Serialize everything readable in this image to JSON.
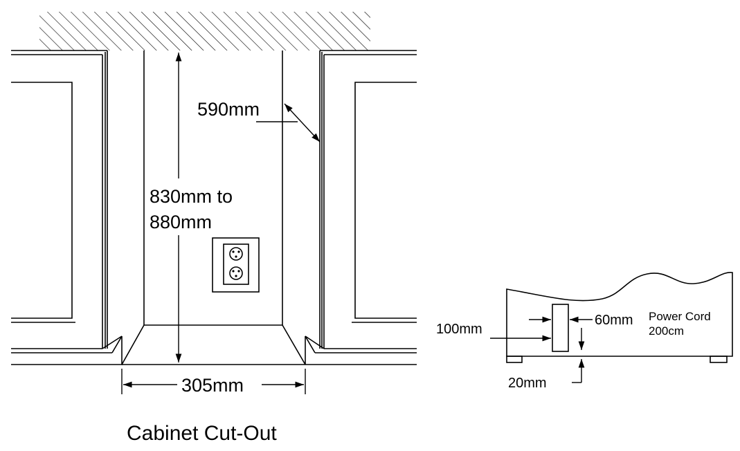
{
  "diagram": {
    "title": "Cabinet Cut-Out",
    "cutout": {
      "height_line1": "830mm to",
      "height_line2": "880mm",
      "depth": "590mm",
      "width": "305mm"
    },
    "appliance": {
      "side_offset": "100mm",
      "plug_width": "60mm",
      "bottom_offset": "20mm",
      "cord_line1": "Power Cord",
      "cord_line2": "200cm"
    }
  }
}
